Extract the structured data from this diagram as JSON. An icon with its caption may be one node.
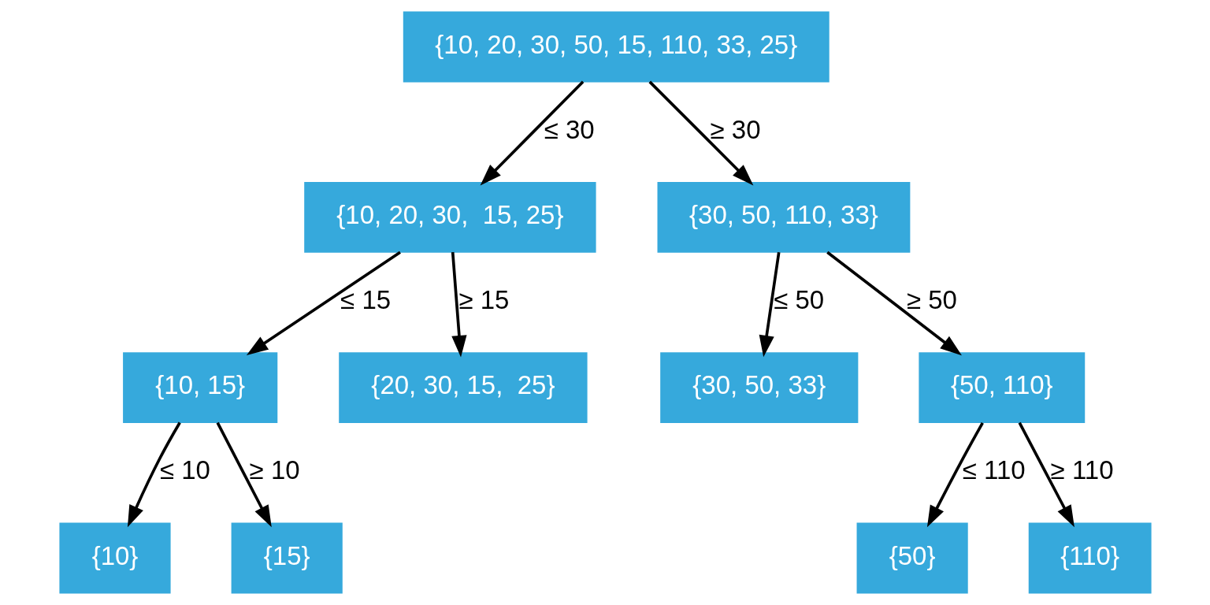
{
  "diagram": {
    "nodes": [
      {
        "text": [
          "{10, 20, 30, 50, 15, 110, 33, 25}"
        ]
      },
      {
        "text": [
          "{10, 20, 30,  15, 25}"
        ]
      },
      {
        "text": [
          "{30, 50, 110, 33}"
        ]
      },
      {
        "text": [
          "{10, 15}"
        ]
      },
      {
        "text": [
          "{20, 30, 15,  25}"
        ]
      },
      {
        "text": [
          "{30, 50, 33}"
        ]
      },
      {
        "text": [
          "{50, 110}"
        ]
      },
      {
        "text": [
          "{10}"
        ]
      },
      {
        "text": [
          "{15}"
        ]
      },
      {
        "text": [
          "{50}"
        ]
      },
      {
        "text": [
          "{110}"
        ]
      }
    ],
    "edges": [
      {
        "from": 0,
        "to": 1,
        "arrow": "to",
        "label": "≤ 30"
      },
      {
        "from": 0,
        "to": 2,
        "arrow": "to",
        "label": "≥ 30"
      },
      {
        "from": 1,
        "to": 3,
        "arrow": "to",
        "label": "≤ 15"
      },
      {
        "from": 1,
        "to": 4,
        "arrow": "to",
        "label": "≥ 15"
      },
      {
        "from": 2,
        "to": 5,
        "arrow": "to",
        "label": "≤ 50"
      },
      {
        "from": 2,
        "to": 6,
        "arrow": "to",
        "label": "≥ 50"
      },
      {
        "from": 3,
        "to": 7,
        "arrow": "to",
        "label": "≤ 10"
      },
      {
        "from": 3,
        "to": 8,
        "arrow": "to",
        "label": "≥ 10"
      },
      {
        "from": 6,
        "to": 9,
        "arrow": "to",
        "label": "≤ 110"
      },
      {
        "from": 6,
        "to": 10,
        "arrow": "to",
        "label": "≥ 110"
      }
    ]
  }
}
